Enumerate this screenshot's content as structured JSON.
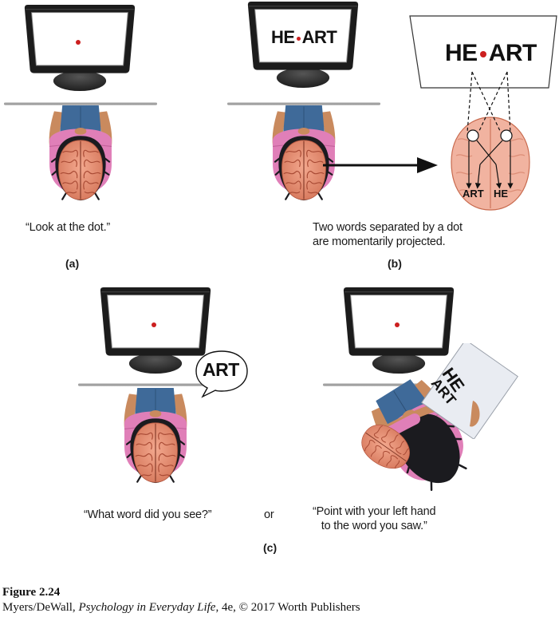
{
  "colors": {
    "dot": "#cc1f1f",
    "shirt": "#e07fb8",
    "jeans": "#3f6a99",
    "skin": "#c98a5e",
    "hair": "#1b1b1f",
    "brain": "#e8957a",
    "brain_projection": "#f1b3a0",
    "monitor": "#1c1c1c",
    "desk": "#a9a9a9"
  },
  "panel_a": {
    "caption": "“Look at the dot.”",
    "label": "(a)"
  },
  "panel_b": {
    "screen_text_left": "HE",
    "screen_text_right": "ART",
    "projection_left": "HE",
    "projection_right": "ART",
    "brain_label_left": "ART",
    "brain_label_right": "HE",
    "caption_line1": "Two words separated by a dot",
    "caption_line2": "are momentarily projected.",
    "label": "(b)"
  },
  "panel_c": {
    "speech_bubble": "ART",
    "card_word_top": "HE",
    "card_word_bottom": "ART",
    "caption_left": "“What word did you see?”",
    "connector": "or",
    "caption_right_line1": "“Point with your left hand",
    "caption_right_line2": "to the word you saw.”",
    "label": "(c)"
  },
  "figure": {
    "title": "Figure 2.24",
    "credit_authors": "Myers/DeWall, ",
    "credit_book": "Psychology in Everyday Life",
    "credit_rest": ", 4e, © 2017 Worth Publishers"
  }
}
